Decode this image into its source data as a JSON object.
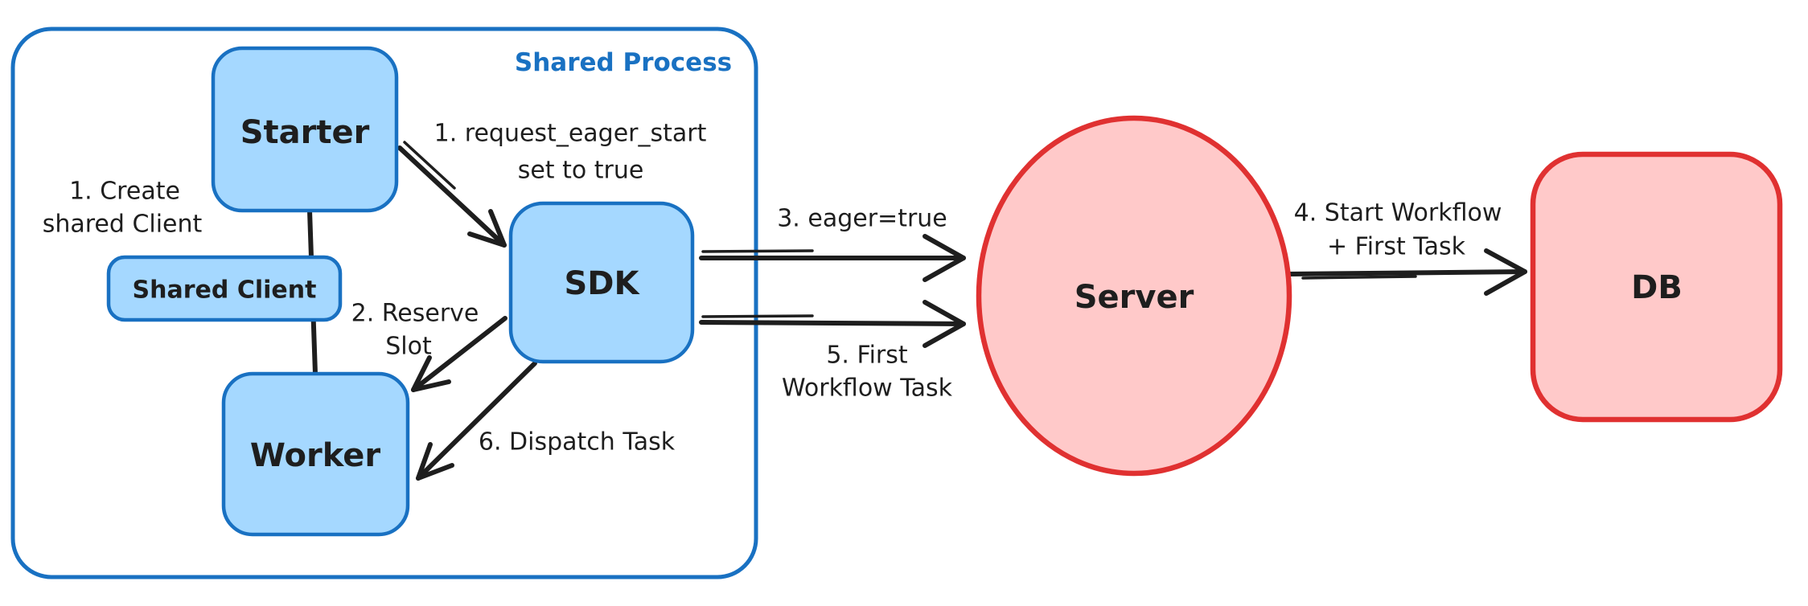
{
  "diagram": {
    "container": {
      "label": "Shared Process"
    },
    "nodes": {
      "starter": {
        "label": "Starter"
      },
      "shared_client": {
        "label": "Shared Client"
      },
      "worker": {
        "label": "Worker"
      },
      "sdk": {
        "label": "SDK"
      },
      "server": {
        "label": "Server"
      },
      "db": {
        "label": "DB"
      }
    },
    "annotations": {
      "create_client": {
        "line1": "1. Create",
        "line2": "shared Client"
      },
      "request_eager": {
        "line1": "1. request_eager_start",
        "line2": "set to true"
      },
      "reserve_slot": {
        "line1": "2. Reserve",
        "line2": "Slot"
      },
      "eager_true": {
        "text": "3. eager=true"
      },
      "start_workflow": {
        "line1": "4. Start Workflow",
        "line2": "+ First Task"
      },
      "first_workflow_task": {
        "line1": "5. First",
        "line2": "Workflow Task"
      },
      "dispatch_task": {
        "text": "6. Dispatch Task"
      }
    },
    "edges": [
      {
        "from": "Starter",
        "to": "Worker",
        "style": "plain-line",
        "label": ""
      },
      {
        "from": "Starter",
        "to": "SDK",
        "style": "arrow",
        "label": "1. request_eager_start set to true"
      },
      {
        "from": "SDK",
        "to": "Worker",
        "style": "arrow",
        "label": "2. Reserve Slot"
      },
      {
        "from": "SDK",
        "to": "Server",
        "style": "arrow",
        "label": "3. eager=true"
      },
      {
        "from": "Server",
        "to": "DB",
        "style": "arrow",
        "label": "4. Start Workflow + First Task"
      },
      {
        "from": "SDK",
        "to": "Server",
        "style": "arrow",
        "label": "5. First Workflow Task"
      },
      {
        "from": "SDK",
        "to": "Worker",
        "style": "arrow",
        "label": "6. Dispatch Task"
      }
    ],
    "colors": {
      "background": "#ffffff",
      "blue_stroke": "#1971c2",
      "blue_fill": "#a5d8ff",
      "red_stroke": "#e03131",
      "red_fill": "#ffc9c9",
      "ink": "#1e1e1e"
    }
  }
}
